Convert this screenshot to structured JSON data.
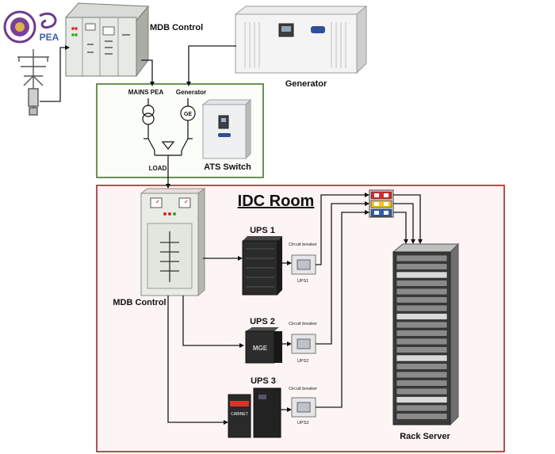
{
  "logos": {
    "pea_text": "PEA"
  },
  "labels": {
    "mdb_top": "MDB Control",
    "generator": "Generator",
    "mains_pea": "MAINS PEA",
    "generator_input": "Generator",
    "ge_symbol": "GE",
    "load": "LOAD",
    "ats_switch": "ATS Switch",
    "idc_room": "IDC Room",
    "mdb_idc": "MDB Control",
    "ups1": "UPS 1",
    "ups2": "UPS 2",
    "ups3": "UPS 3",
    "cb1": "Circuit breaker",
    "cb2": "Circuit breaker",
    "cb3": "Circuit breaker",
    "cb1_tag": "UPS1",
    "cb2_tag": "UPS2",
    "cb3_tag": "UPS3",
    "ups2_brand": "MGE",
    "ups3_cab": "CABINET",
    "rack_server": "Rack Server"
  },
  "colors": {
    "ats_border": "#3e6b22",
    "idc_border": "#a31515",
    "idc_fill": "#fdf4f4",
    "outlet_red": "#d82a2a",
    "outlet_yellow": "#f1c21b",
    "outlet_blue": "#2b5fb0"
  }
}
